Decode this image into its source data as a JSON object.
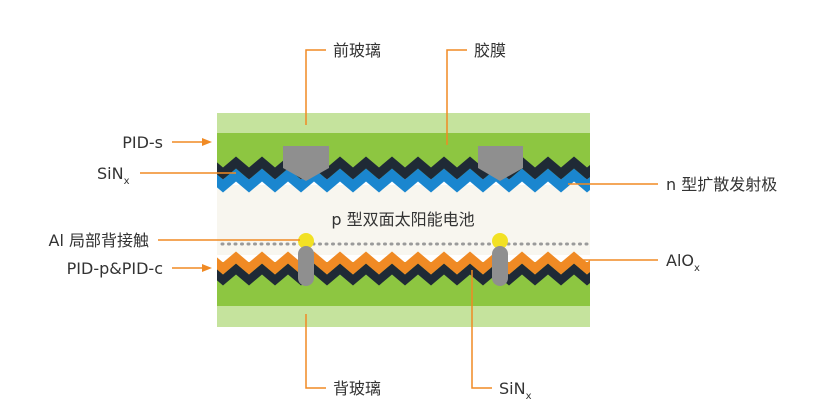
{
  "diagram": {
    "cell_label": "p 型双面太阳能电池",
    "labels": {
      "front_glass": "前玻璃",
      "encapsulant": "胶膜",
      "pid_s": "PID-s",
      "sinx_front_main": "SiN",
      "sinx_front_sub": "x",
      "n_emitter": "n 型扩散发射极",
      "al_contact": "Al 局部背接触",
      "pid_pc": "PID-p&PID-c",
      "alox_main": "AlO",
      "alox_sub": "x",
      "back_glass": "背玻璃",
      "sinx_back_main": "SiN",
      "sinx_back_sub": "x"
    },
    "colors": {
      "glass": "#c5e39d",
      "encapsulant": "#8dc641",
      "dark_layer": "#1f2a36",
      "blue_layer": "#1a86cf",
      "orange_layer": "#f08a24",
      "silicon": "#f8f6ef",
      "contact_gray": "#8f8f8f",
      "al_yellow": "#f2e124",
      "leader": "#f08a24",
      "dots": "#9a9a9a"
    }
  }
}
